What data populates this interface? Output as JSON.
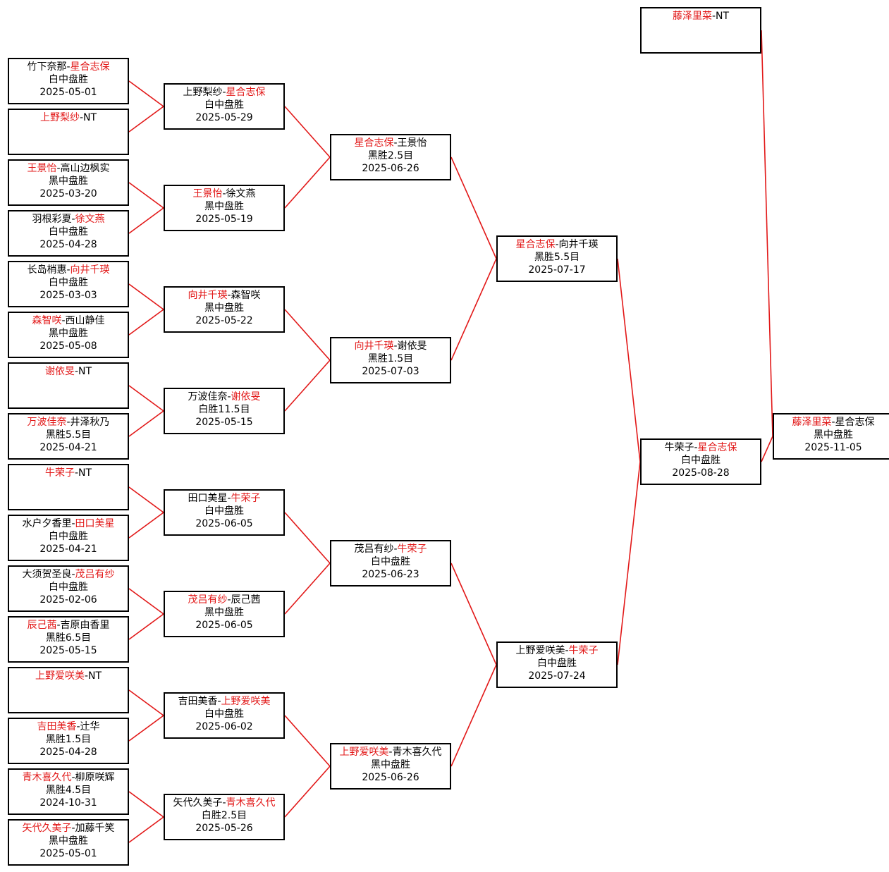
{
  "colors": {
    "winner": "#e21818",
    "connector": "#e21818",
    "border": "#000000"
  },
  "bracket": {
    "round1": [
      {
        "p1": "竹下奈那",
        "p2": "星合志保",
        "winner": 2,
        "result": "白中盘胜",
        "date": "2025-05-01"
      },
      {
        "p1": "上野梨纱",
        "p2": "NT",
        "winner": 1,
        "result": "",
        "date": ""
      },
      {
        "p1": "王景怡",
        "p2": "高山边枫实",
        "winner": 1,
        "result": "黑中盘胜",
        "date": "2025-03-20"
      },
      {
        "p1": "羽根彩夏",
        "p2": "徐文燕",
        "winner": 2,
        "result": "白中盘胜",
        "date": "2025-04-28"
      },
      {
        "p1": "长岛梢惠",
        "p2": "向井千瑛",
        "winner": 2,
        "result": "白中盘胜",
        "date": "2025-03-03"
      },
      {
        "p1": "森智咲",
        "p2": "西山静佳",
        "winner": 1,
        "result": "黑中盘胜",
        "date": "2025-05-08"
      },
      {
        "p1": "谢依旻",
        "p2": "NT",
        "winner": 1,
        "result": "",
        "date": ""
      },
      {
        "p1": "万波佳奈",
        "p2": "井泽秋乃",
        "winner": 1,
        "result": "黑胜5.5目",
        "date": "2025-04-21"
      },
      {
        "p1": "牛荣子",
        "p2": "NT",
        "winner": 1,
        "result": "",
        "date": ""
      },
      {
        "p1": "水户夕香里",
        "p2": "田口美星",
        "winner": 2,
        "result": "白中盘胜",
        "date": "2025-04-21"
      },
      {
        "p1": "大须贺圣良",
        "p2": "茂吕有纱",
        "winner": 2,
        "result": "白中盘胜",
        "date": "2025-02-06"
      },
      {
        "p1": "辰己茜",
        "p2": "吉原由香里",
        "winner": 1,
        "result": "黑胜6.5目",
        "date": "2025-05-15"
      },
      {
        "p1": "上野爱咲美",
        "p2": "NT",
        "winner": 1,
        "result": "",
        "date": ""
      },
      {
        "p1": "吉田美香",
        "p2": "辻华",
        "winner": 1,
        "result": "黑胜1.5目",
        "date": "2025-04-28"
      },
      {
        "p1": "青木喜久代",
        "p2": "柳原咲辉",
        "winner": 1,
        "result": "黑胜4.5目",
        "date": "2024-10-31"
      },
      {
        "p1": "矢代久美子",
        "p2": "加藤千笑",
        "winner": 1,
        "result": "黑中盘胜",
        "date": "2025-05-01"
      }
    ],
    "round2": [
      {
        "p1": "上野梨纱",
        "p2": "星合志保",
        "winner": 2,
        "result": "白中盘胜",
        "date": "2025-05-29"
      },
      {
        "p1": "王景怡",
        "p2": "徐文燕",
        "winner": 1,
        "result": "黑中盘胜",
        "date": "2025-05-19"
      },
      {
        "p1": "向井千瑛",
        "p2": "森智咲",
        "winner": 1,
        "result": "黑中盘胜",
        "date": "2025-05-22"
      },
      {
        "p1": "万波佳奈",
        "p2": "谢依旻",
        "winner": 2,
        "result": "白胜11.5目",
        "date": "2025-05-15"
      },
      {
        "p1": "田口美星",
        "p2": "牛荣子",
        "winner": 2,
        "result": "白中盘胜",
        "date": "2025-06-05"
      },
      {
        "p1": "茂吕有纱",
        "p2": "辰己茜",
        "winner": 1,
        "result": "黑中盘胜",
        "date": "2025-06-05"
      },
      {
        "p1": "吉田美香",
        "p2": "上野爱咲美",
        "winner": 2,
        "result": "白中盘胜",
        "date": "2025-06-02"
      },
      {
        "p1": "矢代久美子",
        "p2": "青木喜久代",
        "winner": 2,
        "result": "白胜2.5目",
        "date": "2025-05-26"
      }
    ],
    "round3": [
      {
        "p1": "星合志保",
        "p2": "王景怡",
        "winner": 1,
        "result": "黑胜2.5目",
        "date": "2025-06-26"
      },
      {
        "p1": "向井千瑛",
        "p2": "谢依旻",
        "winner": 1,
        "result": "黑胜1.5目",
        "date": "2025-07-03"
      },
      {
        "p1": "茂吕有纱",
        "p2": "牛荣子",
        "winner": 2,
        "result": "白中盘胜",
        "date": "2025-06-23"
      },
      {
        "p1": "上野爱咲美",
        "p2": "青木喜久代",
        "winner": 1,
        "result": "黑中盘胜",
        "date": "2025-06-26"
      }
    ],
    "round4": [
      {
        "p1": "星合志保",
        "p2": "向井千瑛",
        "winner": 1,
        "result": "黑胜5.5目",
        "date": "2025-07-17"
      },
      {
        "p1": "上野爱咲美",
        "p2": "牛荣子",
        "winner": 2,
        "result": "白中盘胜",
        "date": "2025-07-24"
      }
    ],
    "semifinal": {
      "p1": "牛荣子",
      "p2": "星合志保",
      "winner": 2,
      "result": "白中盘胜",
      "date": "2025-08-28"
    },
    "seed": {
      "p1": "藤泽里菜",
      "p2": "NT",
      "winner": 1,
      "result": "",
      "date": ""
    },
    "final": {
      "p1": "藤泽里菜",
      "p2": "星合志保",
      "winner": 1,
      "result": "黑中盘胜",
      "date": "2025-11-05"
    }
  }
}
